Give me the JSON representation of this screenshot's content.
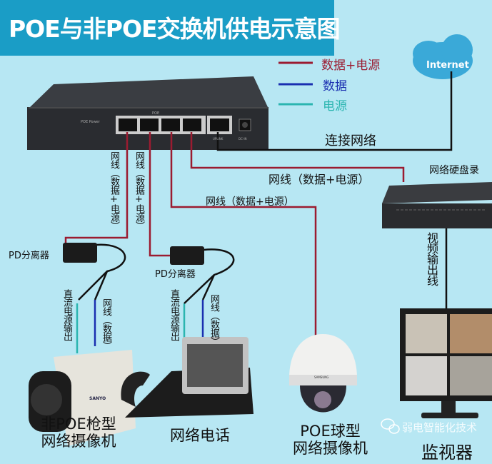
{
  "title": "POE与非POE交换机供电示意图",
  "legend": [
    {
      "label": "数据+电源",
      "color": "#9b1b30"
    },
    {
      "label": "数据",
      "color": "#1a2fb0"
    },
    {
      "label": "电源",
      "color": "#2bb5b0"
    }
  ],
  "cloud_label": "Internet",
  "switch": {
    "poe_label": "POE",
    "led_labels": "POE  Power",
    "port_label": "UPLINK",
    "dc_label": "DC-IN"
  },
  "labels": {
    "connect_network": "连接网络",
    "cable_power_data_1": "网线（数据+电源）",
    "cable_power_data_2": "网线（数据+电源）",
    "vertical_cable_1": "网线（数据+电源）",
    "vertical_cable_2": "网线（数据+电源）",
    "nvr": "网络硬盘录",
    "video_output": "视频输出线",
    "pd_splitter_1": "PD分离器",
    "pd_splitter_2": "PD分离器",
    "dc_output_1": "直流电源输出",
    "data_cable_1": "网线（数据）",
    "dc_output_2": "直流电源输出",
    "data_cable_2": "网线（数据）"
  },
  "devices": {
    "bullet_camera": [
      "非POE枪型",
      "网络摄像机"
    ],
    "ip_phone": "网络电话",
    "dome_camera": [
      "POE球型",
      "网络摄像机"
    ],
    "monitor": "监视器"
  },
  "camera_brand": "SANYO",
  "dome_brand": "SAMSUNG",
  "watermark": "弱电智能化技术"
}
